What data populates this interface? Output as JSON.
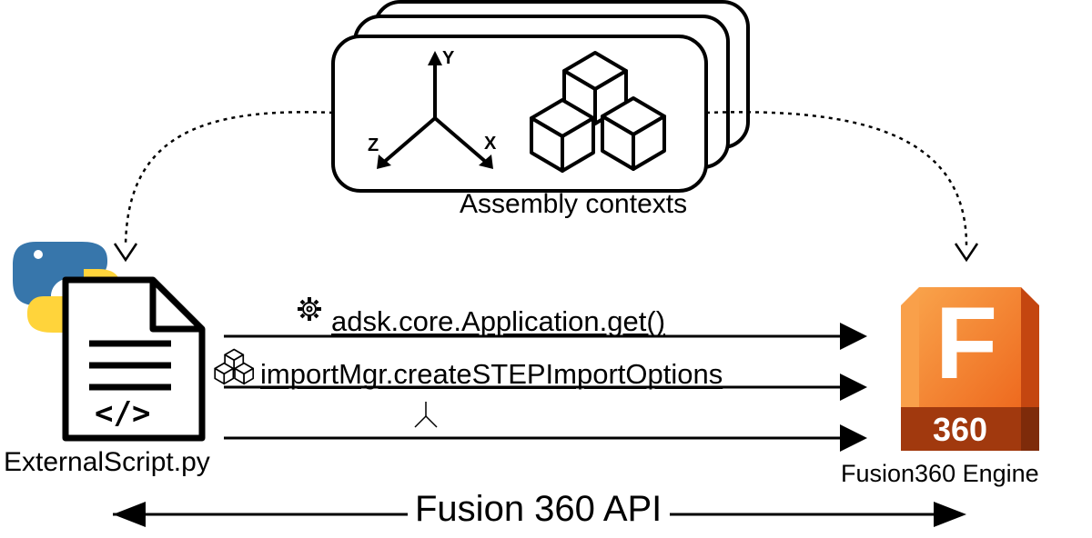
{
  "context": {
    "label": "Assembly contexts",
    "axis_labels": {
      "y": "Y",
      "z": "Z",
      "x": "X"
    }
  },
  "script": {
    "label": "ExternalScript.py",
    "code_icon": "</>"
  },
  "engine": {
    "label": "Fusion360 Engine",
    "logo_letter": "F",
    "logo_badge": "360",
    "colors": {
      "logo_light": "#F79D45",
      "logo_mid": "#F36F21",
      "logo_dark": "#C64310",
      "badge": "#A1390E"
    }
  },
  "calls": [
    {
      "text": "adsk.core.Application.get()",
      "icon": "gear-icon"
    },
    {
      "text": "importMgr.createSTEPImportOptions",
      "icon": "cubes-icon"
    },
    {
      "text": "",
      "icon": "axes-icon"
    }
  ],
  "api": {
    "label": "Fusion 360 API"
  },
  "colors": {
    "python_blue": "#3776AB",
    "python_yellow": "#FFD43B",
    "line": "#000000"
  }
}
